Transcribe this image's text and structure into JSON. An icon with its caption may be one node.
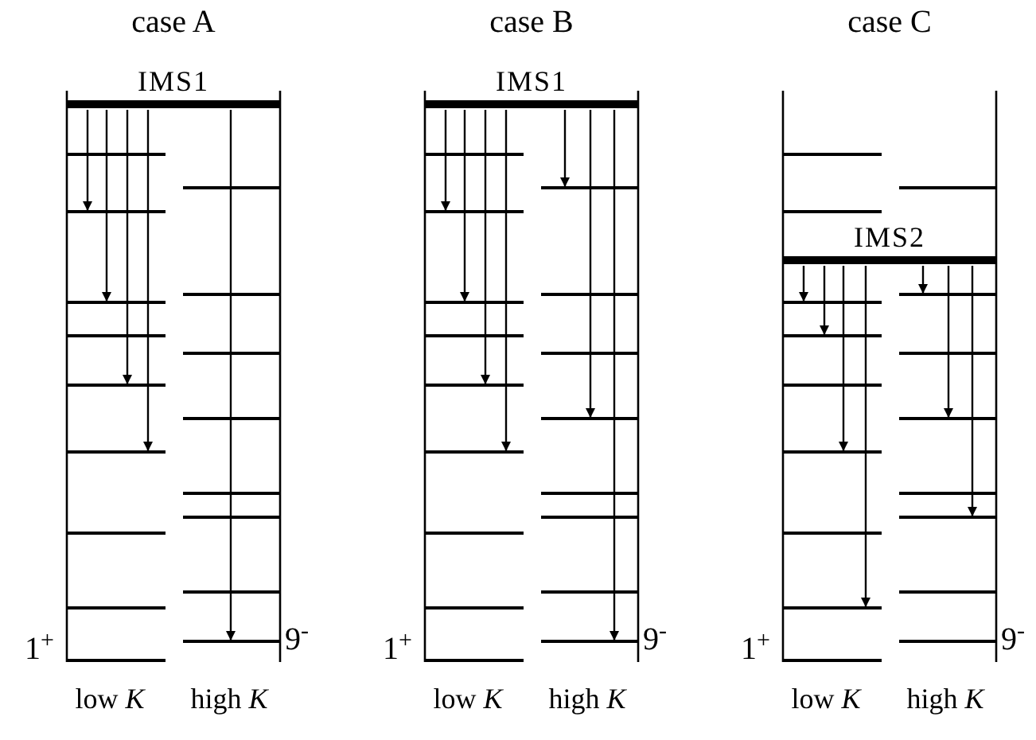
{
  "diagram": {
    "nodes": [
      {
        "text": [
          "IMS1"
        ]
      },
      {
        "text": [],
        "shape": "bar"
      },
      {
        "text": [],
        "shape": "bar"
      },
      {
        "text": [],
        "shape": "bar"
      },
      {
        "text": [],
        "shape": "bar"
      },
      {
        "text": [],
        "shape": "bar"
      },
      {
        "text": [],
        "shape": "bar"
      },
      {
        "text": [],
        "shape": "bar"
      },
      {
        "text": [],
        "shape": "bar"
      },
      {
        "text": [],
        "shape": "bar"
      },
      {
        "text": [],
        "shape": "bar"
      },
      {
        "text": [],
        "shape": "bar"
      },
      {
        "text": [],
        "shape": "bar"
      },
      {
        "text": [],
        "shape": "bar"
      },
      {
        "text": [],
        "shape": "bar"
      },
      {
        "text": [],
        "shape": "bar"
      },
      {
        "text": [],
        "shape": "bar"
      },
      {
        "text": [],
        "shape": "bar"
      },
      {
        "text": [
          "IMS1"
        ]
      },
      {
        "text": [],
        "shape": "bar"
      },
      {
        "text": [],
        "shape": "bar"
      },
      {
        "text": [],
        "shape": "bar"
      },
      {
        "text": [],
        "shape": "bar"
      },
      {
        "text": [],
        "shape": "bar"
      },
      {
        "text": [],
        "shape": "bar"
      },
      {
        "text": [],
        "shape": "bar"
      },
      {
        "text": [],
        "shape": "bar"
      },
      {
        "text": [],
        "shape": "bar"
      },
      {
        "text": [],
        "shape": "bar"
      },
      {
        "text": [],
        "shape": "bar"
      },
      {
        "text": [],
        "shape": "bar"
      },
      {
        "text": [],
        "shape": "bar"
      },
      {
        "text": [],
        "shape": "bar"
      },
      {
        "text": [],
        "shape": "bar"
      },
      {
        "text": [],
        "shape": "bar"
      },
      {
        "text": [],
        "shape": "bar"
      },
      {
        "text": [
          "IMS2"
        ]
      },
      {
        "text": [],
        "shape": "bar"
      },
      {
        "text": [],
        "shape": "bar"
      },
      {
        "text": [],
        "shape": "bar"
      },
      {
        "text": [],
        "shape": "bar"
      },
      {
        "text": [],
        "shape": "bar"
      },
      {
        "text": [],
        "shape": "bar"
      },
      {
        "text": [],
        "shape": "bar"
      },
      {
        "text": [],
        "shape": "bar"
      },
      {
        "text": [],
        "shape": "bar"
      },
      {
        "text": [],
        "shape": "bar"
      },
      {
        "text": [],
        "shape": "bar"
      },
      {
        "text": [],
        "shape": "bar"
      },
      {
        "text": [],
        "shape": "bar"
      },
      {
        "text": [],
        "shape": "bar"
      },
      {
        "text": [],
        "shape": "bar"
      },
      {
        "text": [],
        "shape": "bar"
      },
      {
        "text": [],
        "shape": "bar"
      }
    ],
    "edges": [
      {
        "from": 0,
        "to": 3,
        "arrow": "to"
      },
      {
        "from": 0,
        "to": 5,
        "arrow": "to"
      },
      {
        "from": 0,
        "to": 8,
        "arrow": "to"
      },
      {
        "from": 0,
        "to": 10,
        "arrow": "to"
      },
      {
        "from": 0,
        "to": 16,
        "arrow": "to"
      },
      {
        "from": 18,
        "to": 21,
        "arrow": "to"
      },
      {
        "from": 18,
        "to": 23,
        "arrow": "to"
      },
      {
        "from": 18,
        "to": 26,
        "arrow": "to"
      },
      {
        "from": 18,
        "to": 28,
        "arrow": "to"
      },
      {
        "from": 18,
        "to": 20,
        "arrow": "to"
      },
      {
        "from": 18,
        "to": 27,
        "arrow": "to"
      },
      {
        "from": 18,
        "to": 34,
        "arrow": "to"
      },
      {
        "from": 36,
        "to": 41,
        "arrow": "to"
      },
      {
        "from": 36,
        "to": 42,
        "arrow": "to"
      },
      {
        "from": 36,
        "to": 46,
        "arrow": "to"
      },
      {
        "from": 36,
        "to": 51,
        "arrow": "to"
      },
      {
        "from": 36,
        "to": 40,
        "arrow": "to"
      },
      {
        "from": 36,
        "to": 45,
        "arrow": "to"
      },
      {
        "from": 36,
        "to": 48,
        "arrow": "to"
      }
    ],
    "labels": [
      "case A",
      "case B",
      "case C",
      "1$^{+}$",
      "9$^{-}$",
      "low *K*",
      "high *K*",
      "1$^{+}$",
      "9$^{-}$",
      "low *K*",
      "high *K*",
      "1$^{+}$",
      "9$^{-}$",
      "low *K*",
      "high *K*"
    ]
  }
}
